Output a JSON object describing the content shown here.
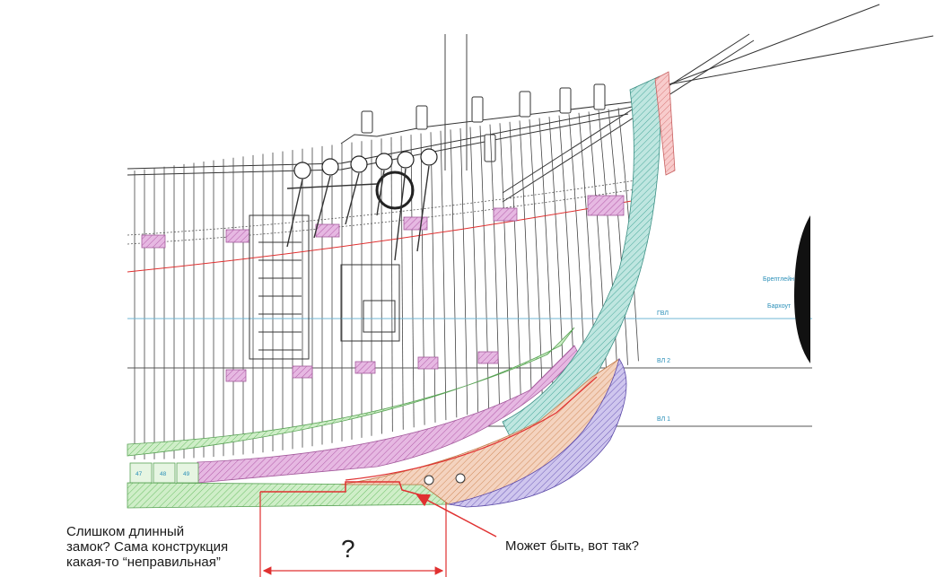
{
  "annotations": {
    "left_note_l1": "Слишком длинный",
    "left_note_l2": "замок? Сама конструкция",
    "left_note_l3": "какая-то “неправильная”",
    "right_note": "Может быть, вот так?",
    "question_mark": "?"
  },
  "waterline_labels": {
    "gvl": "ГВЛ",
    "vl2": "ВЛ 2",
    "vl1": "ВЛ 1",
    "brextlein": "Брептлейн",
    "barkhout": "Бархоут"
  },
  "frame_numbers": [
    "47",
    "48",
    "49"
  ],
  "colors": {
    "keel_green": "#8fd08a",
    "stem_teal": "#6cc3b6",
    "deadwood_orange": "#e0a07a",
    "forefoot_purple": "#8c7cc8",
    "magenta_fill": "#c77ac2",
    "pink_stem": "#f2a6a6",
    "red_line": "#e03030",
    "blue_line": "#2a8fb8"
  }
}
